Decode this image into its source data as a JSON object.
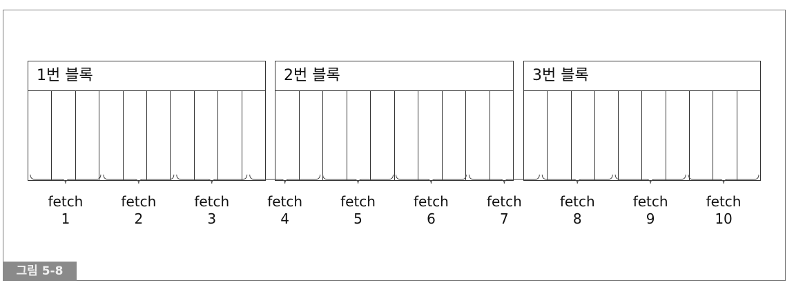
{
  "blocks": [
    {
      "title": "1번 블록",
      "cells": 10
    },
    {
      "title": "2번 블록",
      "cells": 10
    },
    {
      "title": "3번 블록",
      "cells": 10
    }
  ],
  "fetches": [
    {
      "label": "fetch",
      "number": "1"
    },
    {
      "label": "fetch",
      "number": "2"
    },
    {
      "label": "fetch",
      "number": "3"
    },
    {
      "label": "fetch",
      "number": "4"
    },
    {
      "label": "fetch",
      "number": "5"
    },
    {
      "label": "fetch",
      "number": "6"
    },
    {
      "label": "fetch",
      "number": "7"
    },
    {
      "label": "fetch",
      "number": "8"
    },
    {
      "label": "fetch",
      "number": "9"
    },
    {
      "label": "fetch",
      "number": "10"
    }
  ],
  "figure_label": "그림 5-8"
}
